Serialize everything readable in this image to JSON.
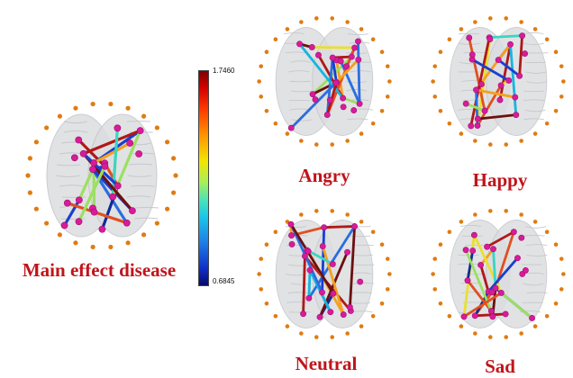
{
  "panels": [
    {
      "id": "main",
      "caption": "Main effect disease"
    },
    {
      "id": "angry",
      "caption": "Angry"
    },
    {
      "id": "happy",
      "caption": "Happy"
    },
    {
      "id": "neutral",
      "caption": "Neutral"
    },
    {
      "id": "sad",
      "caption": "Sad"
    }
  ],
  "colorbar": {
    "max_label": "1.7460",
    "min_label": "0.6845"
  },
  "colors": {
    "caption": "#c0141a",
    "node_active": "#d81b9a",
    "node_inactive": "#e07b10",
    "brain": "#d7d9dc"
  }
}
